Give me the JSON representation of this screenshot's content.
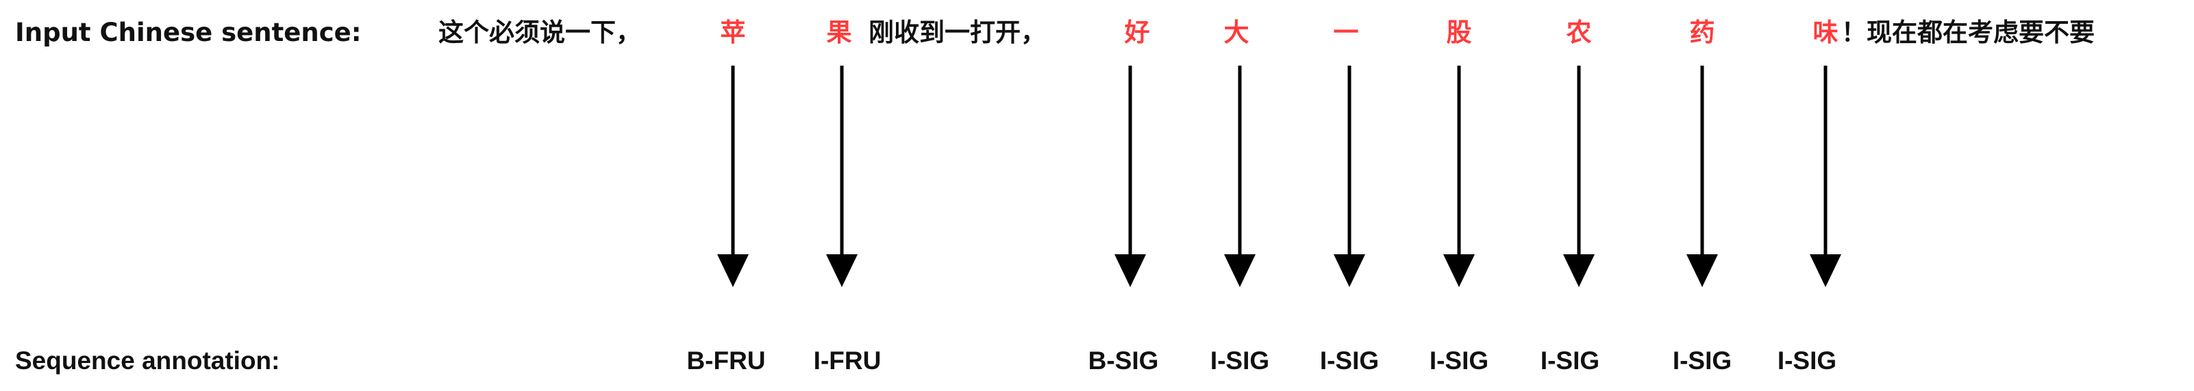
{
  "diagram": {
    "input_label": "Input Chinese sentence:",
    "sentence_prefix": "这个必须说一下，",
    "sentence_mid": "刚收到一打开，",
    "sentence_suffix": "！现在都在考虑要不要",
    "annotation_label": "Sequence annotation:",
    "highlight_color": "#ff3b3b",
    "text_color": "#111111",
    "tokens": [
      {
        "char": "苹",
        "tag": "B-FRU"
      },
      {
        "char": "果",
        "tag": "I-FRU"
      },
      {
        "char": "好",
        "tag": "B-SIG"
      },
      {
        "char": "大",
        "tag": "I-SIG"
      },
      {
        "char": "一",
        "tag": "I-SIG"
      },
      {
        "char": "股",
        "tag": "I-SIG"
      },
      {
        "char": "农",
        "tag": "I-SIG"
      },
      {
        "char": "药",
        "tag": "I-SIG"
      },
      {
        "char": "味",
        "tag": "I-SIG"
      }
    ]
  }
}
